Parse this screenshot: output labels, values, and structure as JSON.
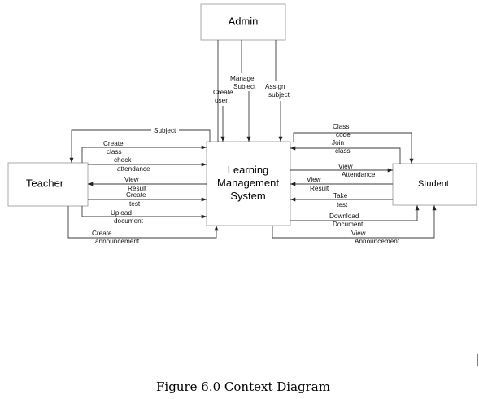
{
  "entities": {
    "admin": "Admin",
    "system": [
      "Learning",
      "Management",
      "System"
    ],
    "teacher": "Teacher",
    "student": "Student"
  },
  "flows": {
    "create_user": [
      "Create",
      "user"
    ],
    "manage_subject": [
      "Manage",
      "Subject"
    ],
    "assign_subject": [
      "Assign",
      "subject"
    ],
    "subject": "Subject",
    "create_class": [
      "Create",
      "class"
    ],
    "check_attendance": [
      "check",
      "attendance"
    ],
    "view_result_teacher": [
      "View",
      "Result"
    ],
    "create_test": [
      "Create",
      "test"
    ],
    "upload_document": [
      "Upload",
      "document"
    ],
    "create_announcement": [
      "Create",
      "announcement"
    ],
    "class_code": [
      "Class",
      "code"
    ],
    "join_class": [
      "Join",
      "class"
    ],
    "view_attendance": [
      "View",
      "Attendance"
    ],
    "view_result_student": [
      "View",
      "Result"
    ],
    "take_test": [
      "Take",
      "test"
    ],
    "download_document": [
      "Download",
      "Document"
    ],
    "view_announcement": [
      "View",
      "Announcement"
    ]
  },
  "caption": "Figure 6.0 Context Diagram"
}
